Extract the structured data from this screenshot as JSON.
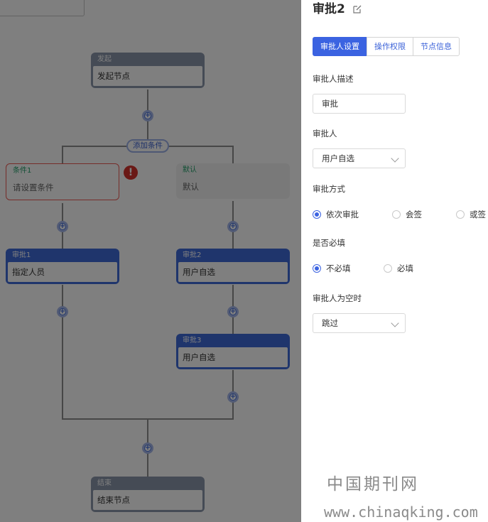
{
  "flow": {
    "add_condition_label": "添加条件",
    "start_node": {
      "header": "发起",
      "body": "发起节点"
    },
    "condition_node": {
      "header": "条件1",
      "body": "请设置条件"
    },
    "default_node": {
      "header": "默认",
      "body": "默认"
    },
    "approver1": {
      "header": "审批1",
      "body": "指定人员"
    },
    "approver2": {
      "header": "审批2",
      "body": "用户自选"
    },
    "approver3": {
      "header": "审批3",
      "body": "用户自选"
    },
    "end_node": {
      "header": "结束",
      "body": "结束节点"
    },
    "plus_symbol": "+",
    "warning_symbol": "!"
  },
  "drawer": {
    "title": "审批2",
    "tabs": [
      "审批人设置",
      "操作权限",
      "节点信息"
    ],
    "description": {
      "label": "审批人描述",
      "value": "审批"
    },
    "approver": {
      "label": "审批人",
      "value": "用户自选"
    },
    "method": {
      "label": "审批方式",
      "options": [
        "依次审批",
        "会签",
        "或签"
      ],
      "selected": "依次审批"
    },
    "required": {
      "label": "是否必填",
      "options": [
        "不必填",
        "必填"
      ],
      "selected": "不必填"
    },
    "empty_approver": {
      "label": "审批人为空时",
      "value": "跳过"
    }
  },
  "watermark": {
    "line1": "中国期刊网",
    "line2": "www.chinaqking.com"
  },
  "colors": {
    "primary": "#3b63e1",
    "node_gray": "#8b96ab",
    "node_blue": "#3f6bd8",
    "error": "#d4322c",
    "condition_green": "#23a06a"
  }
}
